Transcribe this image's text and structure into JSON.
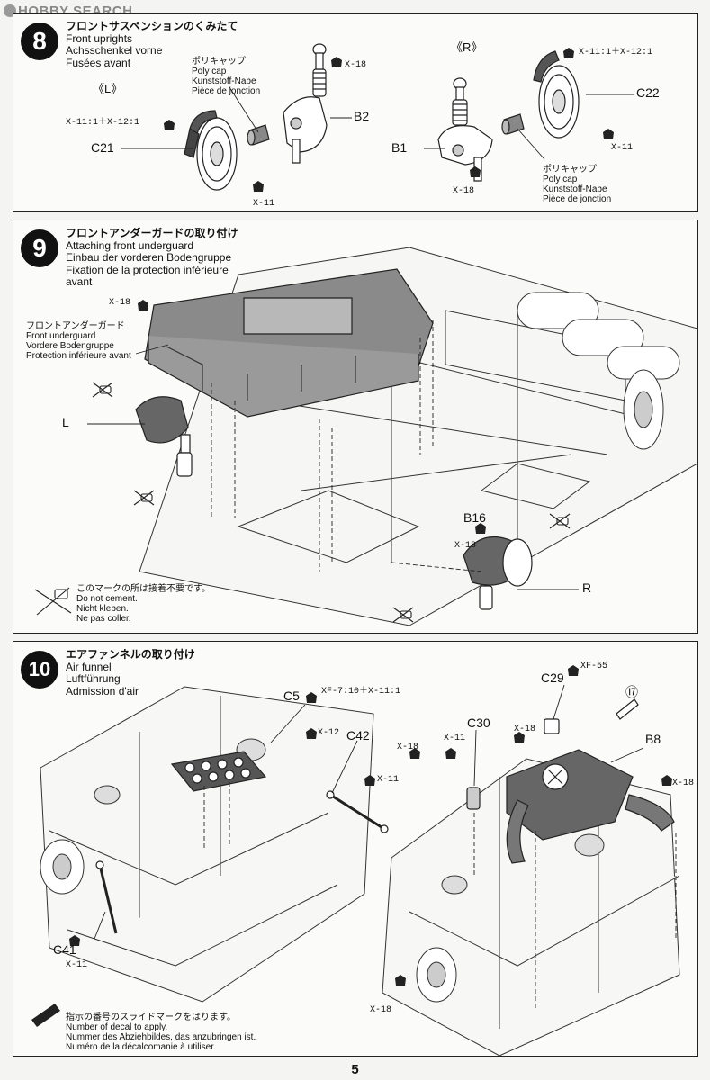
{
  "watermark": "HOBBY SEARCH",
  "steps": [
    {
      "number": "8",
      "title_jp": "フロントサスペンションのくみたて",
      "title_en": "Front uprights",
      "title_de": "Achsschenkel vorne",
      "title_fr": "Fusées avant",
      "side_left": "《L》",
      "side_right": "《R》",
      "polycap_left": [
        "ポリキャップ",
        "Poly cap",
        "Kunststoff-Nabe",
        "Pièce de jonction"
      ],
      "polycap_right": [
        "ポリキャップ",
        "Poly cap",
        "Kunststoff-Nabe",
        "Pièce de jonction"
      ],
      "labels": {
        "x18_left": "X-18",
        "b2": "B2",
        "x11_12_left": "X-11:1＋X-12:1",
        "c21": "C21",
        "x11_left": "X-11",
        "x11_12_right": "X-11:1＋X-12:1",
        "c22": "C22",
        "b1": "B1",
        "x11_right": "X-11",
        "x18_right": "X-18"
      }
    },
    {
      "number": "9",
      "title_jp": "フロントアンダーガードの取り付け",
      "title_en": "Attaching front underguard",
      "title_de": "Einbau der vorderen Bodengruppe",
      "title_fr": "Fixation de la protection inférieure avant",
      "underguard": [
        "フロントアンダーガード",
        "Front underguard",
        "Vordere Bodengruppe",
        "Protection inférieure avant"
      ],
      "labels": {
        "x18_top": "X-18",
        "l": "L",
        "b16": "B16",
        "x18_mid": "X-18",
        "r": "R"
      },
      "note": [
        "このマークの所は接着不要です。",
        "Do not cement.",
        "Nicht kleben.",
        "Ne pas coller."
      ]
    },
    {
      "number": "10",
      "title_jp": "エアファンネルの取り付け",
      "title_en": "Air funnel",
      "title_de": "Luftführung",
      "title_fr": "Admission d'air",
      "labels": {
        "c5": "C5",
        "xf_x11": "XF-7:10＋X-11:1",
        "x12": "X-12",
        "c42": "C42",
        "x11_right": "X-11",
        "c41": "C41",
        "x11_bottom": "X-11",
        "xf55": "XF-55",
        "c29": "C29",
        "decal": "⑰",
        "c30": "C30",
        "x18_a": "X-18",
        "x11_a": "X-11",
        "x18_b": "X-18",
        "b8": "B8",
        "x18_c": "X-18",
        "x18_d": "X-18"
      },
      "decal_note": [
        "指示の番号のスライドマークをはります。",
        "Number of decal to apply.",
        "Nummer des Abziehbildes, das anzubringen ist.",
        "Numéro de la décalcomanie à utiliser."
      ]
    }
  ],
  "page_number": "5"
}
